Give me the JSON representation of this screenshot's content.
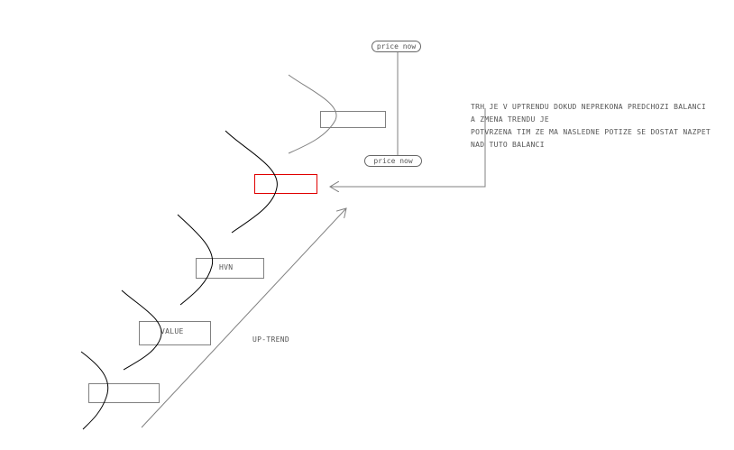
{
  "labels": {
    "price_now_top": "price now",
    "price_now_bottom": "price now",
    "hvn": "HVN",
    "value": "VALUE",
    "up_trend": "UP-TREND",
    "note_line1": "TRH JE V UPTRENDU DOKUD NEPREKONA PREDCHOZI BALANCI A ZMENA TRENDU JE",
    "note_line2": "POTVRZENA TIM ZE MA NASLEDNE POTIZE SE DOSTAT NAZPET NAD TUTO BALANCI"
  },
  "colors": {
    "highlight_box": "#e00000",
    "line": "#808080",
    "curve": "#000000"
  }
}
